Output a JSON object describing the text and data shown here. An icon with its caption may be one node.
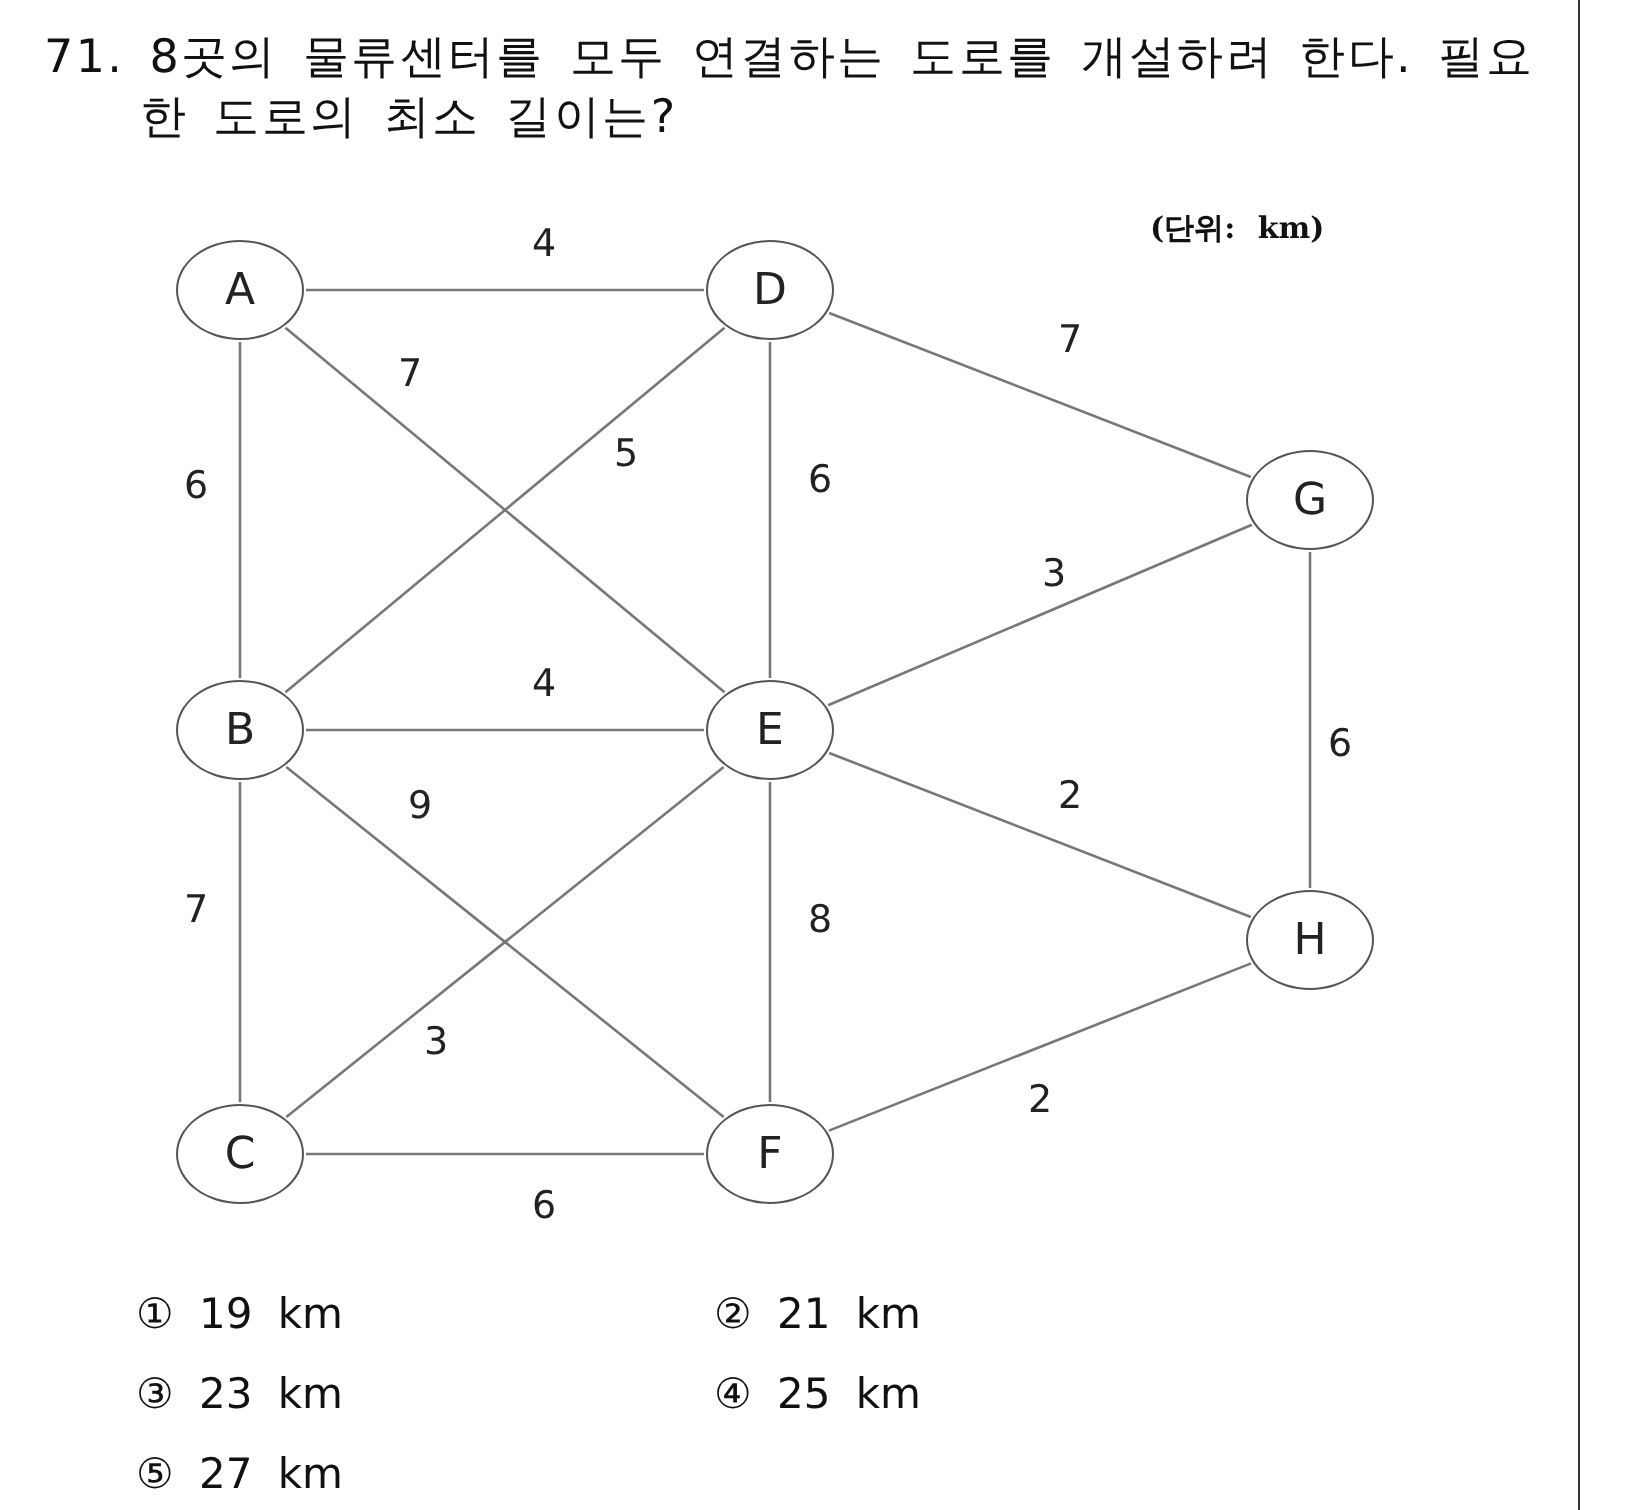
{
  "diagram": {
    "title": "71. 8곳의 물류센터를 모두 연결하는 도로를 개설하려 한다. 필요한 도로의 최소 길이는?",
    "nodes": [
      {
        "text": [
          "A"
        ]
      },
      {
        "text": [
          "D"
        ]
      },
      {
        "text": [
          "G"
        ]
      },
      {
        "text": [
          "B"
        ]
      },
      {
        "text": [
          "E"
        ]
      },
      {
        "text": [
          "H"
        ]
      },
      {
        "text": [
          "C"
        ]
      },
      {
        "text": [
          "F"
        ]
      }
    ],
    "edges": [
      {
        "from": 0,
        "to": 1,
        "arrow": "none",
        "label": "4"
      },
      {
        "from": 0,
        "to": 4,
        "arrow": "none",
        "label": "7"
      },
      {
        "from": 0,
        "to": 3,
        "arrow": "none",
        "label": "6"
      },
      {
        "from": 1,
        "to": 3,
        "arrow": "none",
        "label": "5"
      },
      {
        "from": 1,
        "to": 4,
        "arrow": "none",
        "label": "6"
      },
      {
        "from": 1,
        "to": 2,
        "arrow": "none",
        "label": "7"
      },
      {
        "from": 2,
        "to": 4,
        "arrow": "none",
        "label": "3"
      },
      {
        "from": 2,
        "to": 5,
        "arrow": "none",
        "label": "6"
      },
      {
        "from": 3,
        "to": 4,
        "arrow": "none",
        "label": "4"
      },
      {
        "from": 3,
        "to": 7,
        "arrow": "none",
        "label": "9"
      },
      {
        "from": 3,
        "to": 6,
        "arrow": "none",
        "label": "7"
      },
      {
        "from": 4,
        "to": 5,
        "arrow": "none",
        "label": "2"
      },
      {
        "from": 4,
        "to": 6,
        "arrow": "none",
        "label": "3"
      },
      {
        "from": 4,
        "to": 7,
        "arrow": "none",
        "label": "8"
      },
      {
        "from": 6,
        "to": 7,
        "arrow": "none",
        "label": "6"
      },
      {
        "from": 7,
        "to": 5,
        "arrow": "none",
        "label": "2"
      }
    ],
    "labels": [
      "(단위: km)",
      "① 19 km",
      "② 21 km",
      "③ 23 km",
      "④ 25 km",
      "⑤ 27 km"
    ]
  }
}
